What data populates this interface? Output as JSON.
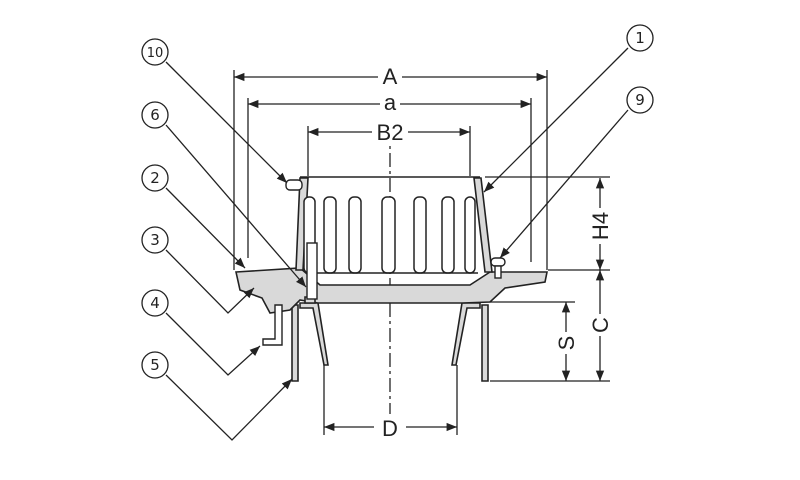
{
  "title": "Roof drain cross-section",
  "dimensions": {
    "A": "A",
    "a": "a",
    "B2": "B2",
    "H4": "H4",
    "C": "C",
    "S": "S",
    "D": "D"
  },
  "callouts": {
    "p1": "1",
    "p2": "2",
    "p3": "3",
    "p4": "4",
    "p5": "5",
    "p6": "6",
    "p9": "9",
    "p10": "10"
  },
  "colors": {
    "line": "#222222",
    "fill": "#d9d9d9"
  }
}
